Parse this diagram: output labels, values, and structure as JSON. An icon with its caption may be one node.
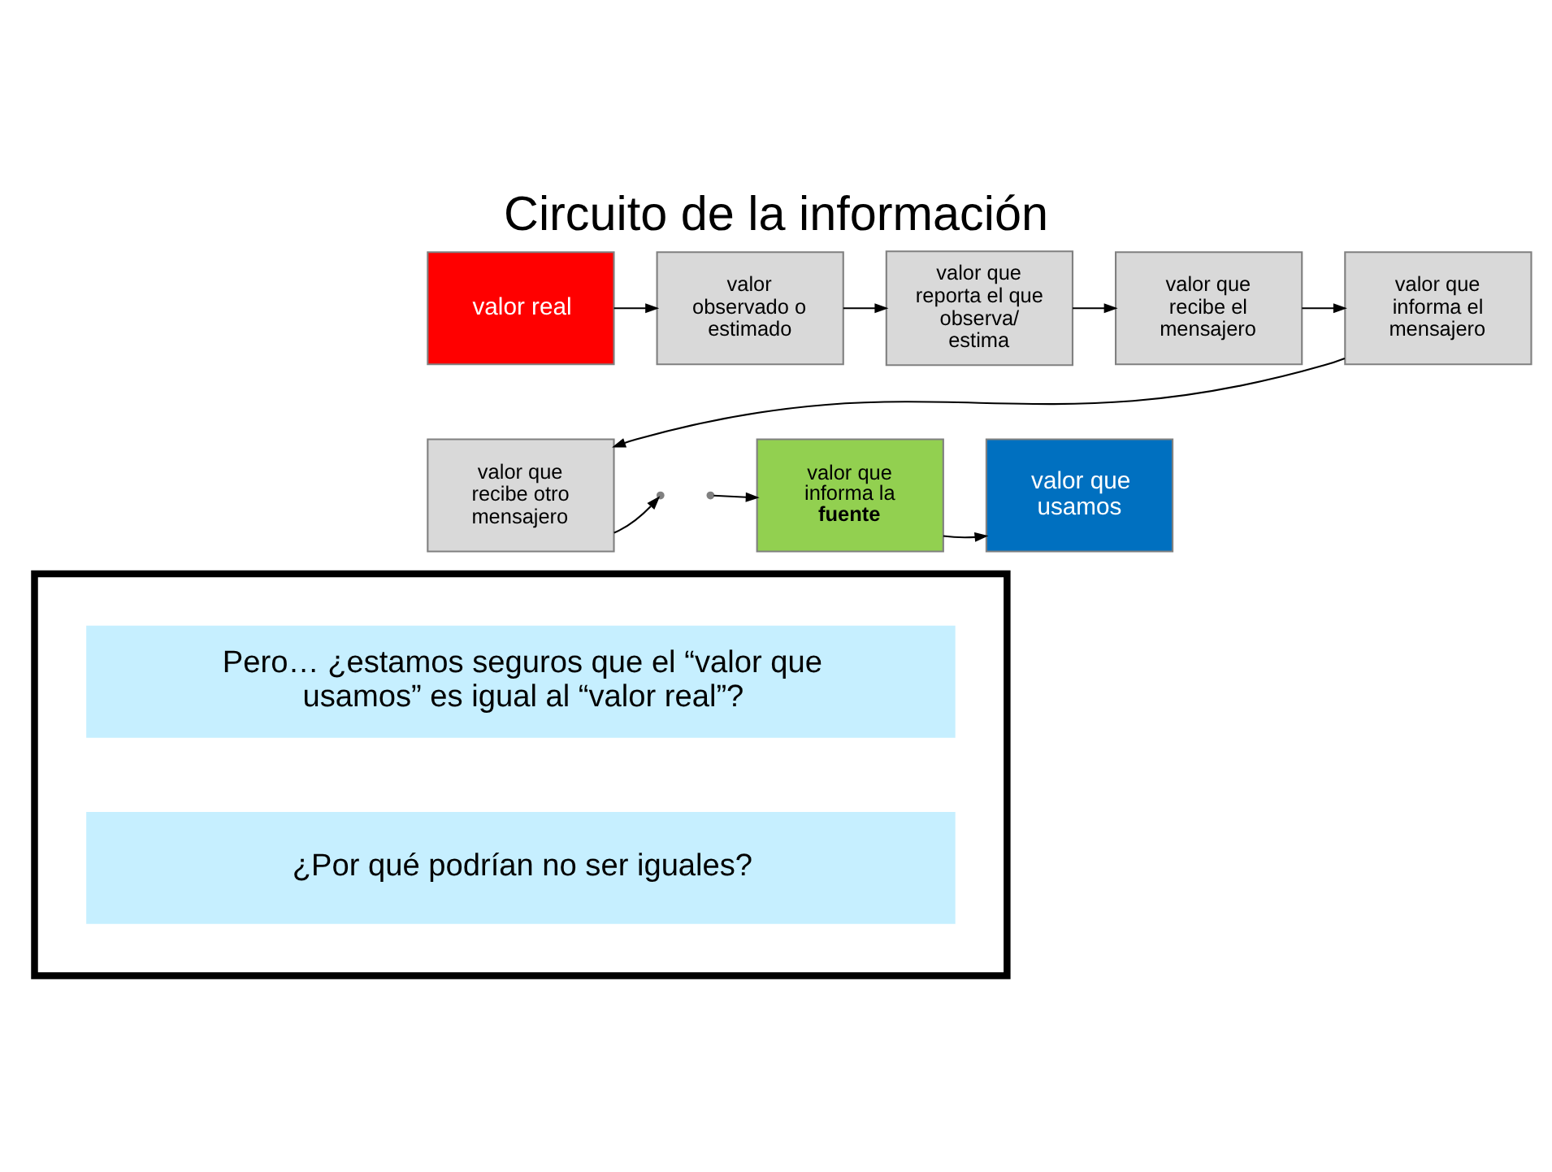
{
  "diagram": {
    "title": "Circuito de la información",
    "nodes": [
      {
        "text": [
          "valor real"
        ]
      },
      {
        "text": [
          "valor observado o estimado"
        ]
      },
      {
        "text": [
          "valor que reporta el que observa/ estima"
        ]
      },
      {
        "text": [
          "valor que recibe el mensajero"
        ]
      },
      {
        "text": [
          "valor que informa el mensajero"
        ]
      },
      {
        "text": [
          "valor que recibe otro mensajero"
        ]
      },
      {
        "text": [
          "valor que informa la **fuente**"
        ]
      },
      {
        "text": [
          "valor que usamos"
        ]
      },
      {
        "text": [],
        "shape": "box"
      },
      {
        "text": [
          "Pero… ¿estamos seguros que el “valor que usamos” es igual al “valor real”?"
        ],
        "in": 8
      },
      {
        "text": [
          "¿Por qué podrían no ser iguales?"
        ],
        "in": 8
      }
    ],
    "edges": [
      {
        "from": 0,
        "to": 1,
        "arrow": "to"
      },
      {
        "from": 1,
        "to": 2,
        "arrow": "to"
      },
      {
        "from": 2,
        "to": 3,
        "arrow": "to"
      },
      {
        "from": 3,
        "to": 4,
        "arrow": "to"
      },
      {
        "from": 4,
        "to": 5,
        "arrow": "to"
      },
      {
        "from": 5,
        "to": null,
        "arrow": "to"
      },
      {
        "from": null,
        "to": 6,
        "arrow": "to"
      },
      {
        "from": 6,
        "to": 7,
        "arrow": "to"
      }
    ]
  }
}
